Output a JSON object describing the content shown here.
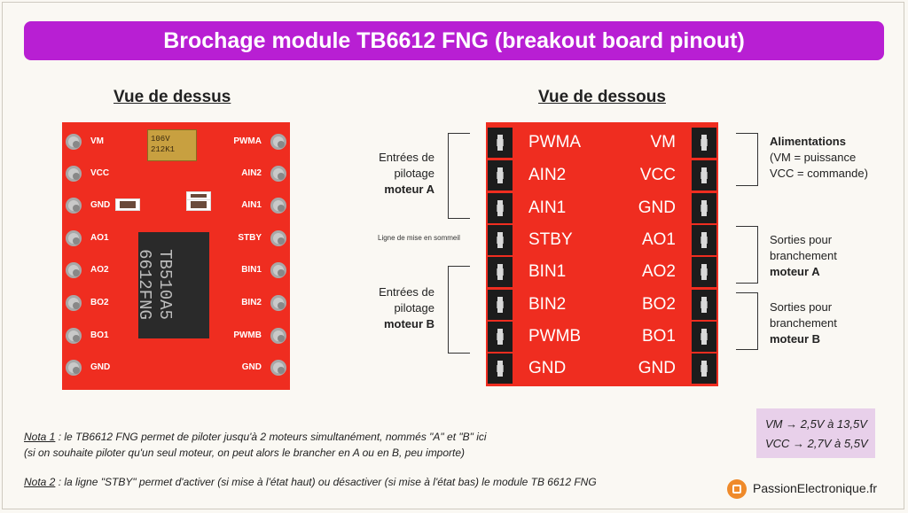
{
  "title": "Brochage module TB6612 FNG (breakout board pinout)",
  "top_view": {
    "heading": "Vue de dessus",
    "left_pins": [
      "VM",
      "VCC",
      "GND",
      "AO1",
      "AO2",
      "BO2",
      "BO1",
      "GND"
    ],
    "right_pins": [
      "PWMA",
      "AIN2",
      "AIN1",
      "STBY",
      "BIN1",
      "BIN2",
      "PWMB",
      "GND"
    ],
    "chip_line1": "TB510A5",
    "chip_line2": "6612FNG",
    "cap_text": "106V 212K1"
  },
  "bottom_view": {
    "heading": "Vue de dessous",
    "left_pins": [
      "PWMA",
      "AIN2",
      "AIN1",
      "STBY",
      "BIN1",
      "BIN2",
      "PWMB",
      "GND"
    ],
    "right_pins": [
      "VM",
      "VCC",
      "GND",
      "AO1",
      "AO2",
      "BO2",
      "BO1",
      "GND"
    ]
  },
  "annotations": {
    "inputs_a_line1": "Entrées de",
    "inputs_a_line2": "pilotage",
    "inputs_a_line3": "moteur A",
    "standby": "Ligne de mise en sommeil",
    "inputs_b_line1": "Entrées de",
    "inputs_b_line2": "pilotage",
    "inputs_b_line3": "moteur B",
    "power_line1": "Alimentations",
    "power_line2": "(VM = puissance",
    "power_line3": "VCC = commande)",
    "out_a_line1": "Sorties pour",
    "out_a_line2": "branchement",
    "out_a_line3": "moteur A",
    "out_b_line1": "Sorties pour",
    "out_b_line2": "branchement",
    "out_b_line3": "moteur B"
  },
  "notes": {
    "note1_label": "Nota 1",
    "note1_line1": " : le TB6612 FNG permet de piloter jusqu'à 2 moteurs simultanément, nommés \"A\" et \"B\" ici",
    "note1_line2": "(si on souhaite piloter qu'un seul moteur, on peut alors le brancher en A ou en B, peu importe)",
    "note2_label": "Nota 2",
    "note2_line": " : la ligne \"STBY\" permet d'activer (si mise à l'état haut) ou désactiver (si mise à l'état bas) le module TB 6612 FNG"
  },
  "voltages": {
    "vm": "VM → 2,5V à 13,5V",
    "vcc": "VCC → 2,7V à 5,5V"
  },
  "brand": "PassionElectronique.fr",
  "colors": {
    "banner": "#b81fd3",
    "board": "#ef2d20",
    "voltage_box": "#e8d0ea",
    "logo": "#ef8a2a"
  }
}
